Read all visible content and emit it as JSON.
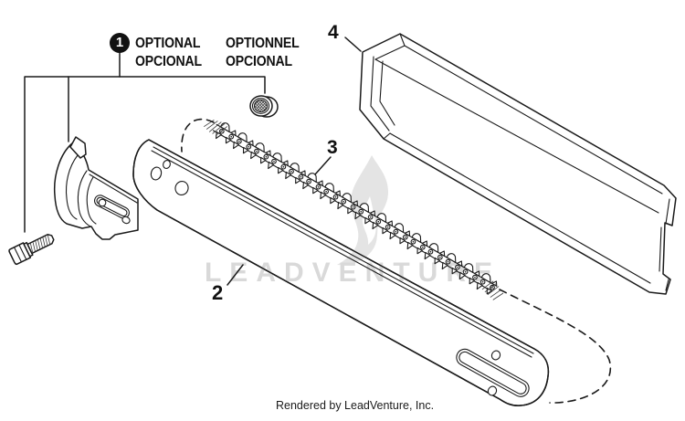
{
  "optional_note": {
    "badge": "1",
    "line1_left": "OPTIONAL",
    "line1_right": "OPTIONNEL",
    "line2_left": "OPCIONAL",
    "line2_right": "OPCIONAL"
  },
  "part_labels": {
    "bar": "2",
    "chain": "3",
    "cover": "4"
  },
  "watermark": {
    "text": "LEADVENTURE"
  },
  "footer": {
    "credit": "Rendered by LeadVenture, Inc."
  },
  "colors": {
    "line": "#1a1a1a",
    "background": "#ffffff",
    "watermark_text": "#d9d9d9",
    "watermark_flame": "#e4e4e4",
    "badge_bg": "#111111",
    "badge_fg": "#ffffff"
  }
}
